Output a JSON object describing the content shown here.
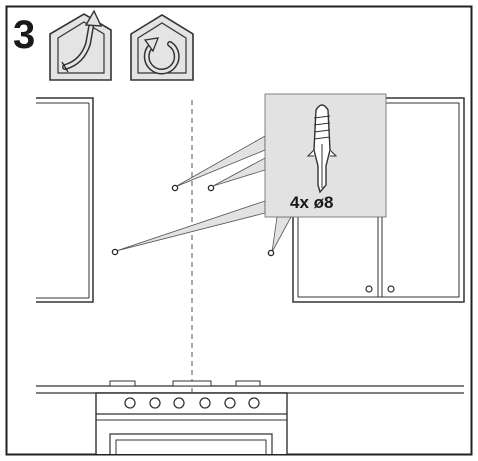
{
  "step": {
    "number": "3"
  },
  "icons": [
    {
      "name": "ventilation-exhaust-icon"
    },
    {
      "name": "recirculation-icon"
    }
  ],
  "callout": {
    "label": "4x ø8",
    "part": "wall-plug"
  }
}
